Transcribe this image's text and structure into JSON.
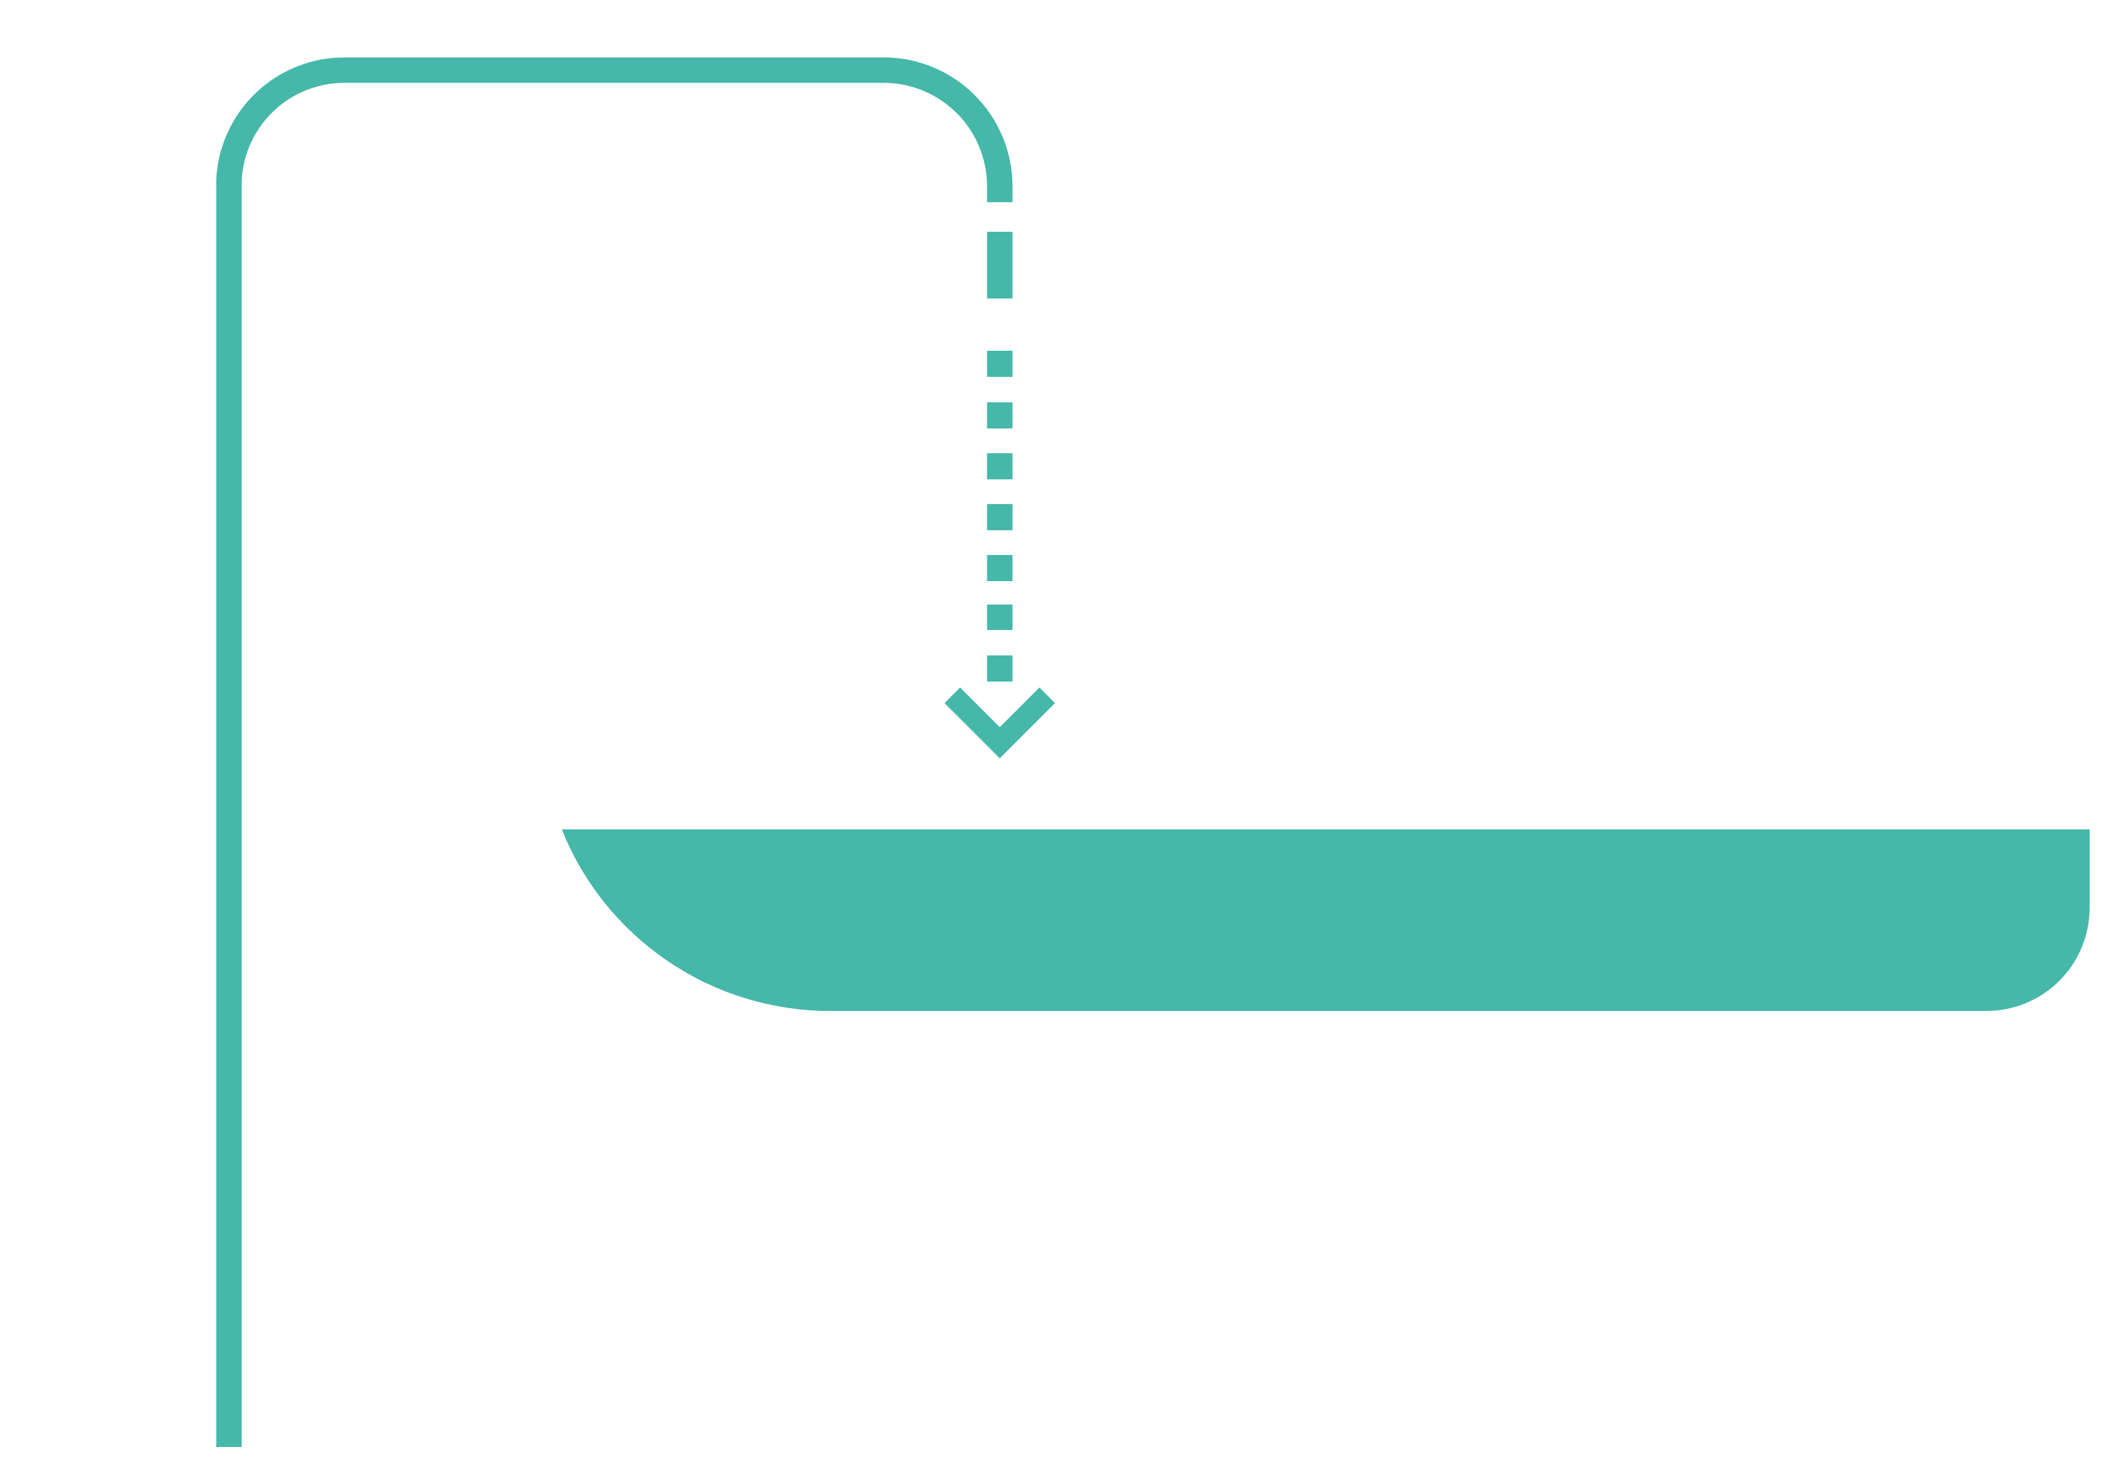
{
  "diagram": {
    "background_color": "#ffffff",
    "accent_color": "#45b8a9",
    "elements": [
      "flow-line",
      "dashed-connector",
      "arrow-chevron-down-icon",
      "destination-shelf"
    ]
  }
}
